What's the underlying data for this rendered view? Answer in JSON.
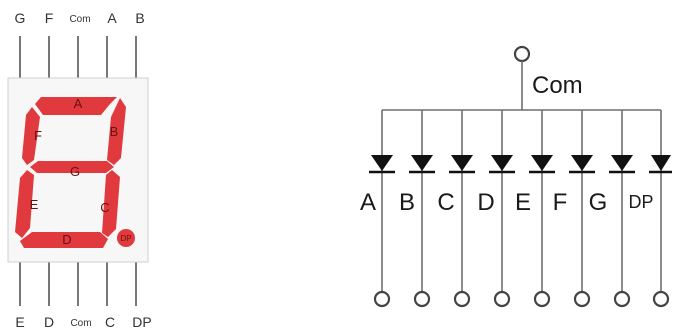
{
  "display": {
    "top_pins": [
      "G",
      "F",
      "Com",
      "A",
      "B"
    ],
    "bottom_pins": [
      "E",
      "D",
      "Com",
      "C",
      "DP"
    ],
    "segments": {
      "A": "A",
      "B": "B",
      "C": "C",
      "D": "D",
      "E": "E",
      "F": "F",
      "G": "G",
      "DP": "DP"
    },
    "segment_color": "#e03a3e",
    "body_color": "#f7f7f7",
    "outline_color": "#cfcfcf"
  },
  "schematic": {
    "common_label": "Com",
    "diodes": [
      "A",
      "B",
      "C",
      "D",
      "E",
      "F",
      "G",
      "DP"
    ],
    "line_color": "#6f6f6f",
    "diode_color": "#111111"
  }
}
